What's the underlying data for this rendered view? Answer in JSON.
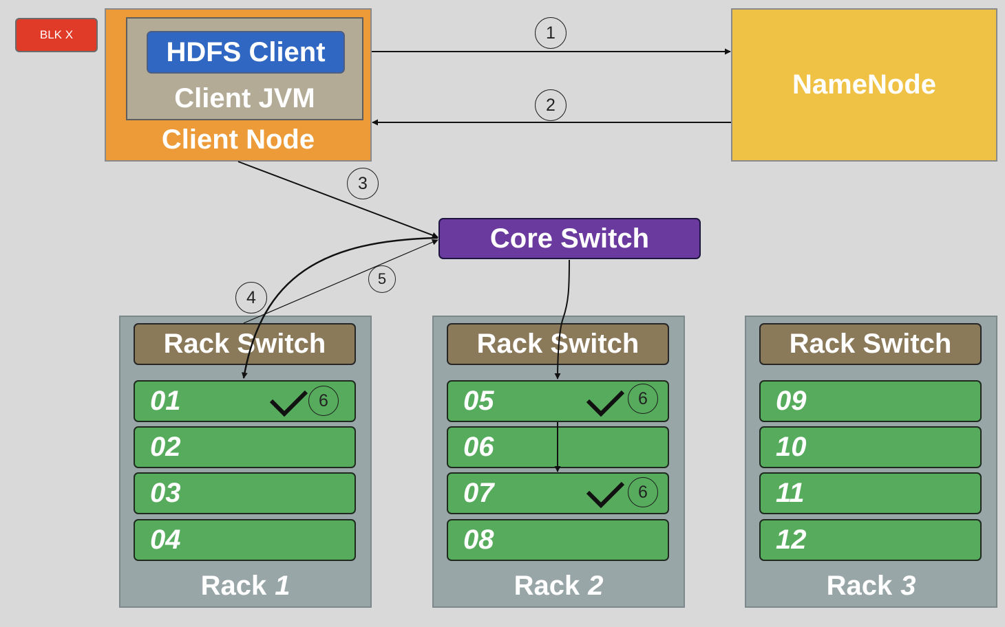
{
  "badge": "BLK X",
  "client": {
    "hdfs_client": "HDFS Client",
    "jvm": "Client JVM",
    "node": "Client Node"
  },
  "namenode": "NameNode",
  "core_switch": "Core Switch",
  "steps": [
    "1",
    "2",
    "3",
    "4",
    "5",
    "6",
    "6",
    "6"
  ],
  "racks": [
    {
      "switch": "Rack Switch",
      "label": "Rack",
      "number": "1",
      "nodes": [
        "01",
        "02",
        "03",
        "04"
      ]
    },
    {
      "switch": "Rack Switch",
      "label": "Rack",
      "number": "2",
      "nodes": [
        "05",
        "06",
        "07",
        "08"
      ]
    },
    {
      "switch": "Rack Switch",
      "label": "Rack",
      "number": "3",
      "nodes": [
        "09",
        "10",
        "11",
        "12"
      ]
    }
  ],
  "colors": {
    "background": "#d9d9d9",
    "client_node": "#ed9b38",
    "client_jvm": "#b3ab96",
    "hdfs_client": "#2f67c3",
    "namenode": "#efc144",
    "core_switch": "#6a3a9e",
    "rack": "#99a6a8",
    "rack_switch": "#8b7a5a",
    "data_node": "#57ab5d",
    "badge": "#e03a28"
  }
}
